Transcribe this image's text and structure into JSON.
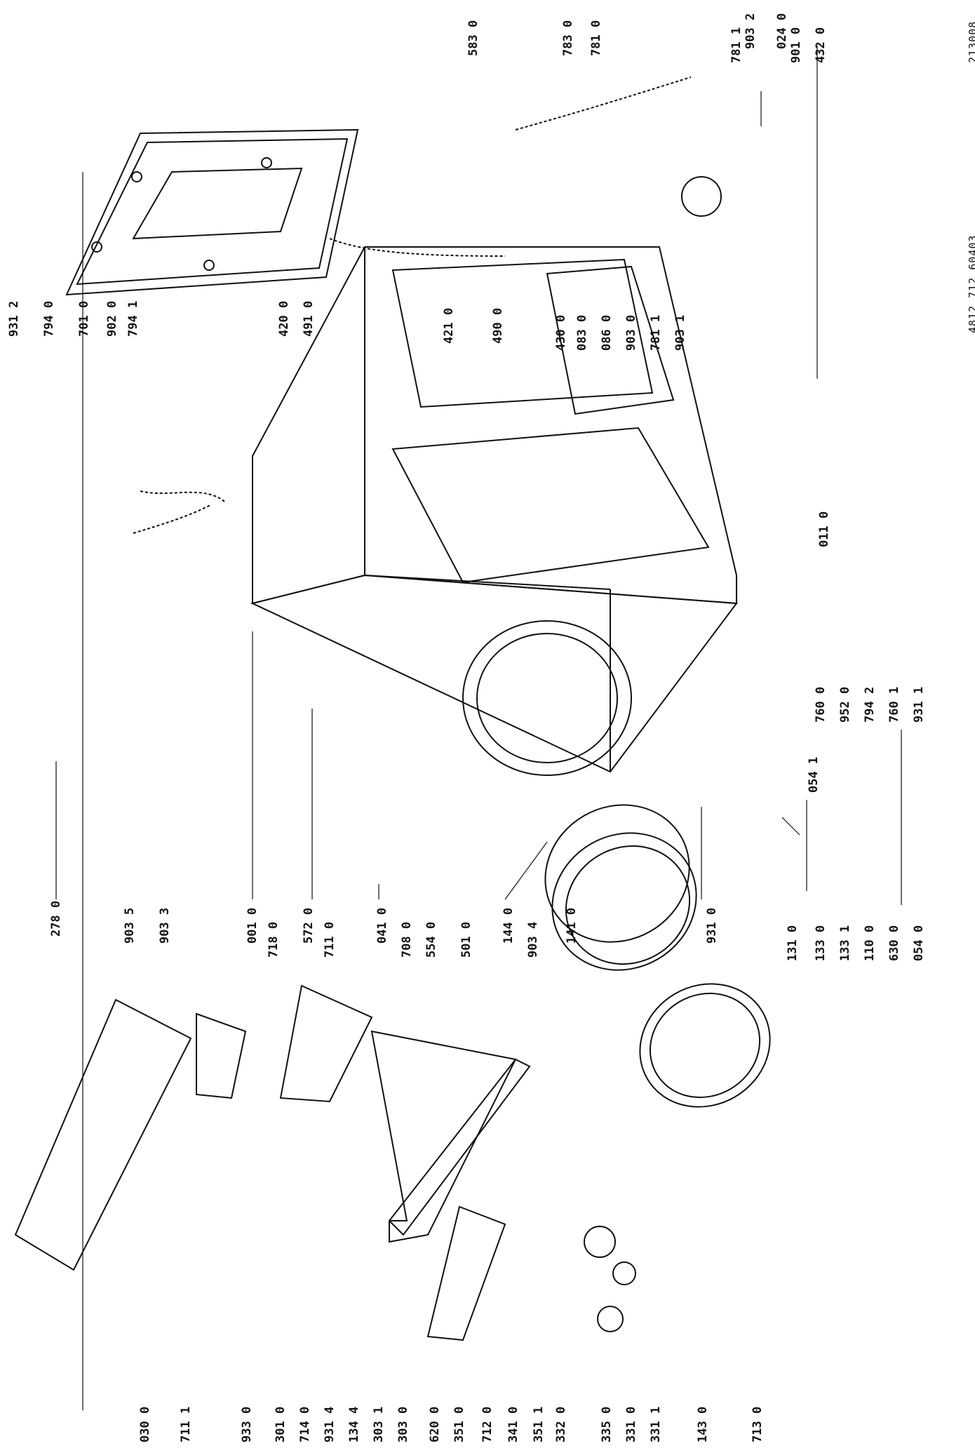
{
  "document_code": "213008",
  "part_number": "4812 712 60403",
  "callouts_left": [
    "030 0",
    "711 1",
    "933 0",
    "301 0",
    "714 0",
    "931 4",
    "134 4",
    "303 1",
    "303 0",
    "620 0",
    "351 0",
    "712 0",
    "341 0",
    "351 1",
    "332 0",
    "335 0",
    "331 0",
    "331 1",
    "143 0",
    "713 0"
  ],
  "callouts_mid": [
    "278 0",
    "903 5",
    "903 3",
    "001 0",
    "718 0",
    "572 0",
    "711 0",
    "041 0",
    "708 0",
    "554 0",
    "501 0",
    "144 0",
    "903 4",
    "141 0",
    "931 0",
    "131 0",
    "133 0",
    "133 1",
    "110 0",
    "630 0",
    "054 0"
  ],
  "callouts_right_low": [
    "054 1",
    "931 1",
    "760 1",
    "794 2",
    "952 0",
    "760 0",
    "011 0"
  ],
  "callouts_top": [
    "024 0",
    "903 2",
    "931 2",
    "794 0",
    "701 0",
    "902 0",
    "794 1",
    "420 0",
    "491 0",
    "421 0",
    "490 0",
    "583 0",
    "783 0",
    "781 0",
    "430 0",
    "083 0",
    "086 0",
    "903 0",
    "781 1",
    "903 1",
    "781 1",
    "901 0",
    "432 0"
  ]
}
